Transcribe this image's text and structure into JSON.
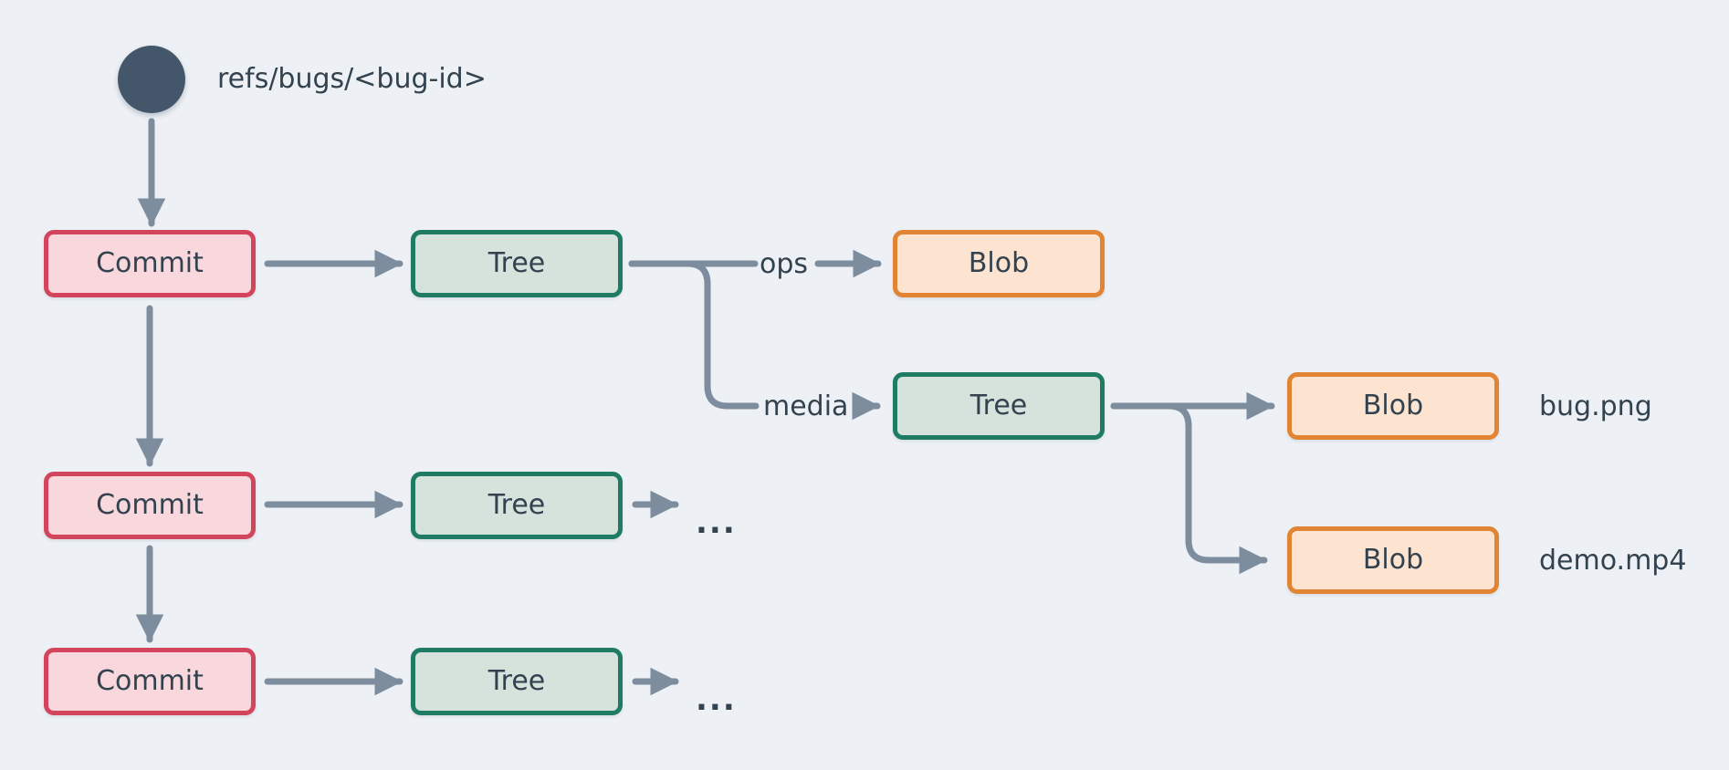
{
  "diagram": {
    "title_hint": "git object graph for a bug ref",
    "ref_label": "refs/bugs/<bug-id>",
    "nodes": {
      "commit1": "Commit",
      "commit2": "Commit",
      "commit3": "Commit",
      "tree1": "Tree",
      "tree2": "Tree",
      "tree3": "Tree",
      "tree_media": "Tree",
      "blob_ops": "Blob",
      "blob_bug": "Blob",
      "blob_demo": "Blob"
    },
    "edge_labels": {
      "ops": "ops",
      "media": "media"
    },
    "file_labels": {
      "bug": "bug.png",
      "demo": "demo.mp4"
    },
    "ellipsis_row2": "...",
    "ellipsis_row3": "...",
    "colors": {
      "background": "#edf1f6",
      "edge": "#7d8d9e",
      "text": "#33424f",
      "ref_circle": "#44566a",
      "commit_fill": "#f8d8dd",
      "commit_border": "#d2455c",
      "tree_fill": "#d6e3dd",
      "tree_border": "#1f7b64",
      "blob_fill": "#fce4d1",
      "blob_border": "#e18434"
    }
  }
}
